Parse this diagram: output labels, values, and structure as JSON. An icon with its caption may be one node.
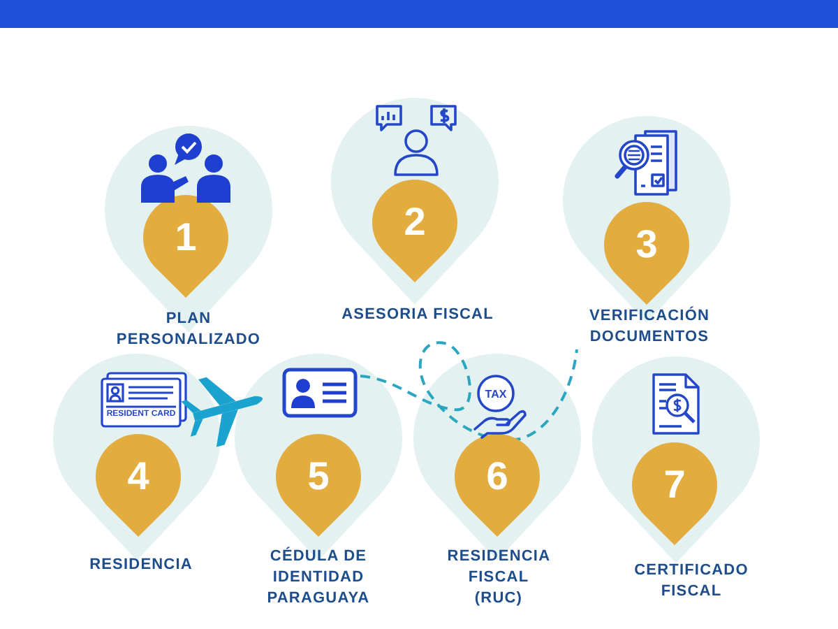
{
  "diagram": {
    "nodes": [
      {
        "text": [
          "PLAN PERSONALIZADO"
        ]
      },
      {
        "text": [
          "1"
        ],
        "in": 0
      },
      {
        "text": [
          "ASESORIA FISCAL"
        ]
      },
      {
        "text": [
          "2"
        ],
        "in": 2
      },
      {
        "text": [
          "VERIFICACIÓN DOCUMENTOS"
        ]
      },
      {
        "text": [
          "3"
        ],
        "in": 4
      },
      {
        "text": [
          "RESIDENCIA"
        ]
      },
      {
        "text": [
          "4"
        ],
        "in": 6
      },
      {
        "text": [
          "CÉDULA DE IDENTIDAD PARAGUAYA"
        ]
      },
      {
        "text": [
          "5"
        ],
        "in": 8
      },
      {
        "text": [
          "RESIDENCIA FISCAL (RUC)"
        ]
      },
      {
        "text": [
          "6"
        ],
        "in": 10
      },
      {
        "text": [
          "CERTIFICADO FISCAL"
        ]
      },
      {
        "text": [
          "7"
        ],
        "in": 12
      }
    ],
    "labels": [
      "RESIDENT CARD",
      "TAX"
    ]
  }
}
